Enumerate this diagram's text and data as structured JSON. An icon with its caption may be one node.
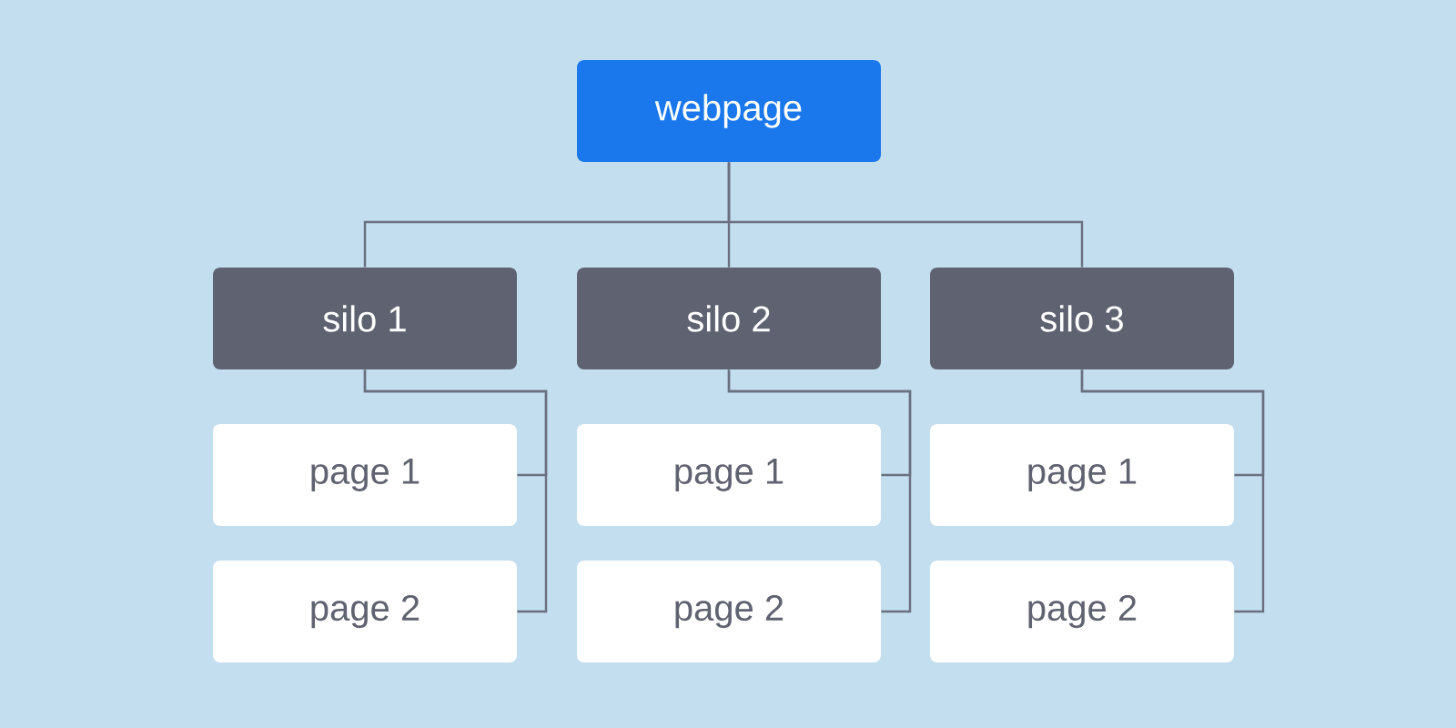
{
  "diagram": {
    "nodes": [
      {
        "text": [
          "webpage"
        ]
      },
      {
        "text": [
          "silo 1"
        ]
      },
      {
        "text": [
          "silo 2"
        ]
      },
      {
        "text": [
          "silo 3"
        ]
      },
      {
        "text": [
          "page 1"
        ]
      },
      {
        "text": [
          "page 1"
        ]
      },
      {
        "text": [
          "page 1"
        ]
      },
      {
        "text": [
          "page 2"
        ]
      },
      {
        "text": [
          "page 2"
        ]
      },
      {
        "text": [
          "page 2"
        ]
      }
    ],
    "edges": [
      {
        "from": 0,
        "to": 1,
        "arrow": "none"
      },
      {
        "from": 0,
        "to": 2,
        "arrow": "none"
      },
      {
        "from": 0,
        "to": 3,
        "arrow": "none"
      },
      {
        "from": 1,
        "to": 4,
        "arrow": "none"
      },
      {
        "from": 1,
        "to": 7,
        "arrow": "none"
      },
      {
        "from": 2,
        "to": 5,
        "arrow": "none"
      },
      {
        "from": 2,
        "to": 8,
        "arrow": "none"
      },
      {
        "from": 3,
        "to": 6,
        "arrow": "none"
      },
      {
        "from": 3,
        "to": 9,
        "arrow": "none"
      }
    ]
  }
}
